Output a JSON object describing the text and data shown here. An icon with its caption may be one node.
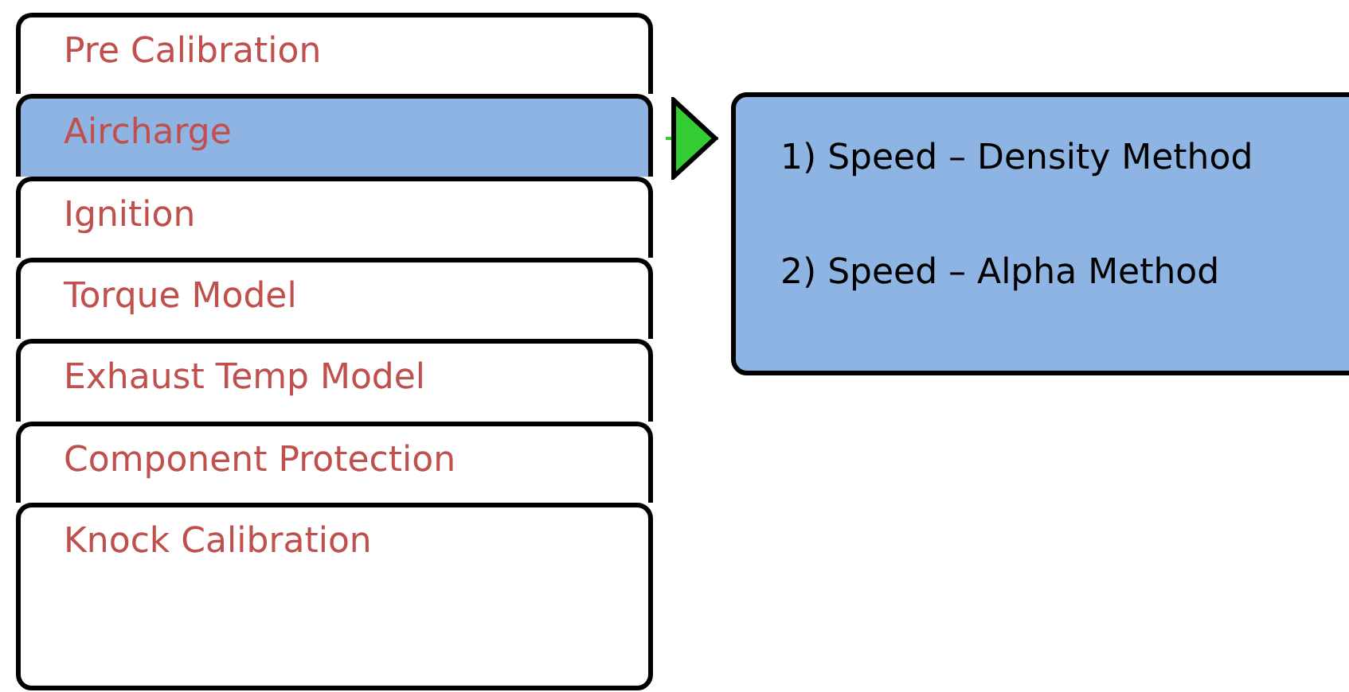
{
  "diagram": {
    "nodes": [
      {
        "text": [
          "Pre Calibration"
        ]
      },
      {
        "text": [
          "Aircharge"
        ]
      },
      {
        "text": [
          "Ignition"
        ]
      },
      {
        "text": [
          "Torque Model"
        ]
      },
      {
        "text": [
          "Exhaust Temp Model"
        ]
      },
      {
        "text": [
          "Component Protection"
        ]
      },
      {
        "text": [
          "Knock Calibration"
        ]
      },
      {
        "text": [
          "1) Speed – Density Method",
          "2) Speed – Alpha Method"
        ]
      }
    ],
    "edges": [
      {
        "from": 1,
        "to": 7,
        "arrow": "to"
      }
    ]
  }
}
